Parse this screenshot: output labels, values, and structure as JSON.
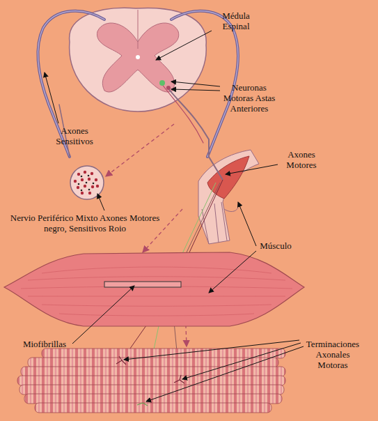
{
  "diagram": {
    "labels": [
      "Médula Espinal",
      "Neuronas Motoras Astas Anteriores",
      "Axones Sensitivos",
      "Axones Motores",
      "Nervio Periférico Mixto Axones Motores negro, Sensitivos Roio",
      "Músculo",
      "Miofibrillas",
      "Terminaciones Axonales Motoras"
    ]
  }
}
